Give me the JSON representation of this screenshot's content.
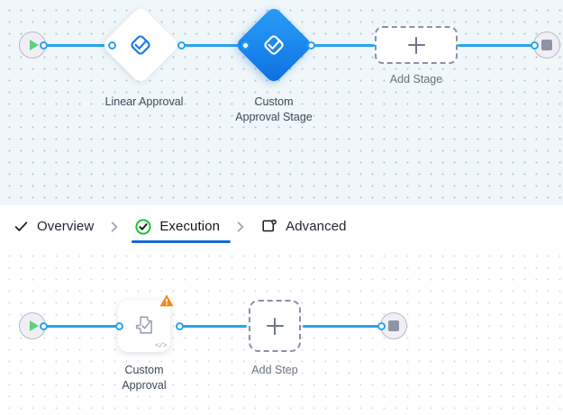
{
  "stage_canvas": {
    "name": "stage-flow-canvas",
    "start_node": {
      "icon": "play-icon",
      "label": "Start"
    },
    "end_node": {
      "icon": "stop-icon",
      "label": "End"
    },
    "nodes": [
      {
        "id": "linear-approval",
        "label": "Linear Approval",
        "icon": "approval-stage-icon",
        "selected": false
      },
      {
        "id": "custom-approval-stage",
        "label": "Custom\nApproval Stage",
        "icon": "approval-stage-icon",
        "selected": true
      }
    ],
    "add_placeholder": {
      "label": "Add Stage",
      "icon": "plus-icon"
    }
  },
  "tabs": {
    "items": [
      {
        "id": "overview",
        "label": "Overview",
        "icon": "check-icon",
        "active": false
      },
      {
        "id": "execution",
        "label": "Execution",
        "icon": "check-circle-icon",
        "active": true
      },
      {
        "id": "advanced",
        "label": "Advanced",
        "icon": "window-gear-icon",
        "active": false
      }
    ],
    "separator_icon": "chevron-right-icon",
    "active_underline_color": "#1669d6",
    "active_check_color": "#19c337"
  },
  "step_canvas": {
    "name": "step-flow-canvas",
    "start_node": {
      "icon": "play-icon",
      "label": "Start"
    },
    "end_node": {
      "icon": "stop-icon",
      "label": "End"
    },
    "nodes": [
      {
        "id": "custom-approval",
        "label": "Custom\nApproval",
        "icon": "extension-check-icon",
        "badge_icon": "warning-triangle-icon",
        "badge_color": "#f5871f",
        "code_mark": "</>"
      }
    ],
    "add_placeholder": {
      "label": "Add Step",
      "icon": "plus-icon"
    }
  },
  "colors": {
    "link": "#29a3f0",
    "port_border": "#29a3f0",
    "selected_node": "#1280ea",
    "canvas_top_bg": "#eff7fa",
    "canvas_bottom_bg": "#ffffff",
    "label_text": "#3f4a5c"
  }
}
